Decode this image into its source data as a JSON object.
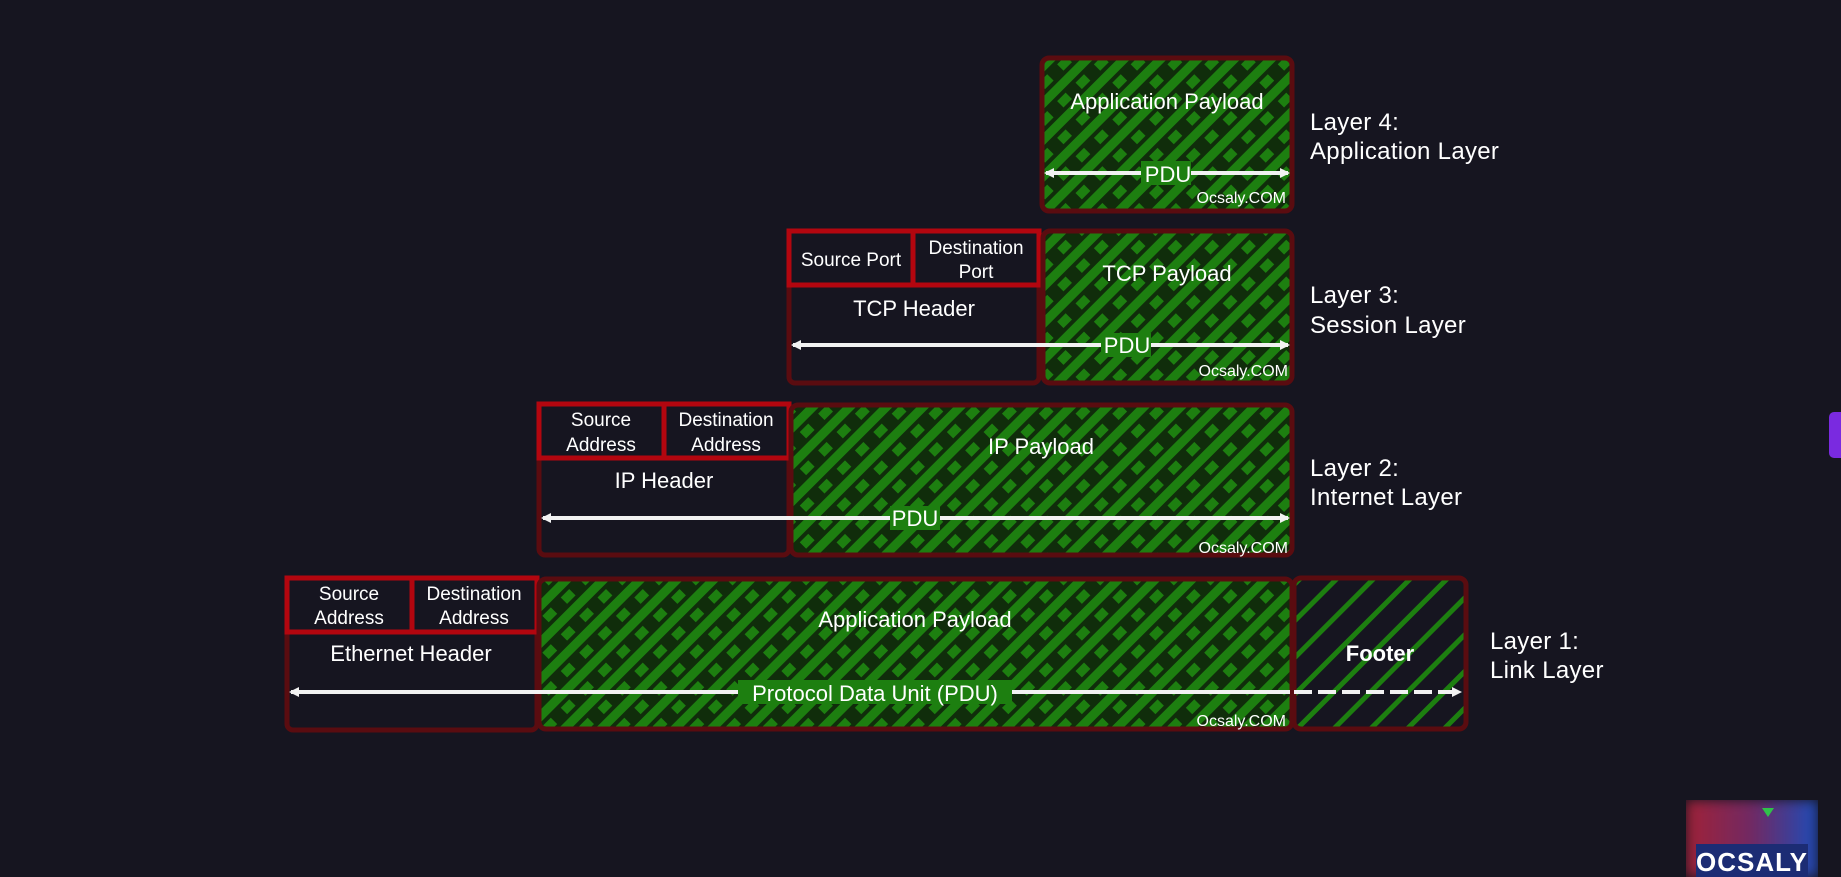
{
  "layers": {
    "l4": {
      "payload": "Application Payload",
      "pdu": "PDU",
      "watermark": "Ocsaly.COM",
      "label_line1": "Layer 4:",
      "label_line2": "Application Layer"
    },
    "l3": {
      "field1": "Source Port",
      "field2_line1": "Destination",
      "field2_line2": "Port",
      "header": "TCP Header",
      "payload": "TCP Payload",
      "pdu": "PDU",
      "watermark": "Ocsaly.COM",
      "label_line1": "Layer 3:",
      "label_line2": "Session Layer"
    },
    "l2": {
      "field1_line1": "Source",
      "field1_line2": "Address",
      "field2_line1": "Destination",
      "field2_line2": "Address",
      "header": "IP Header",
      "payload": "IP Payload",
      "pdu": "PDU",
      "watermark": "Ocsaly.COM",
      "label_line1": "Layer 2:",
      "label_line2": "Internet Layer"
    },
    "l1": {
      "field1_line1": "Source",
      "field1_line2": "Address",
      "field2_line1": "Destination",
      "field2_line2": "Address",
      "header": "Ethernet Header",
      "payload": "Application Payload",
      "pdu": "Protocol Data Unit (PDU)",
      "watermark": "Ocsaly.COM",
      "footer": "Footer",
      "label_line1": "Layer 1:",
      "label_line2": "Link Layer"
    }
  },
  "logo": {
    "text": "OCSALY"
  },
  "colors": {
    "background": "#161520",
    "border_red": "#b3060f",
    "dark_red": "#5a0c10",
    "green": "#1c7f0f",
    "arrow": "#f2f2f2"
  }
}
